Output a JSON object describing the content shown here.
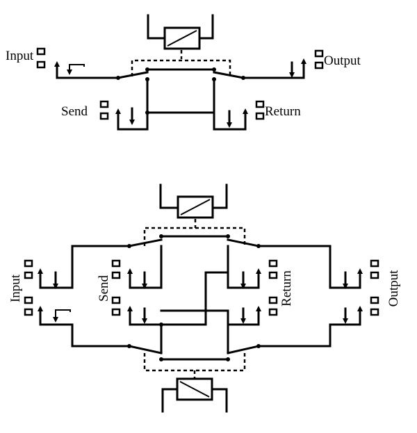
{
  "top": {
    "input": "Input",
    "output": "Output",
    "send": "Send",
    "return": "Return"
  },
  "bottom": {
    "input": "Input",
    "send": "Send",
    "return": "Return",
    "output": "Output"
  },
  "colors": {
    "line": "#000000",
    "background": "#ffffff"
  }
}
